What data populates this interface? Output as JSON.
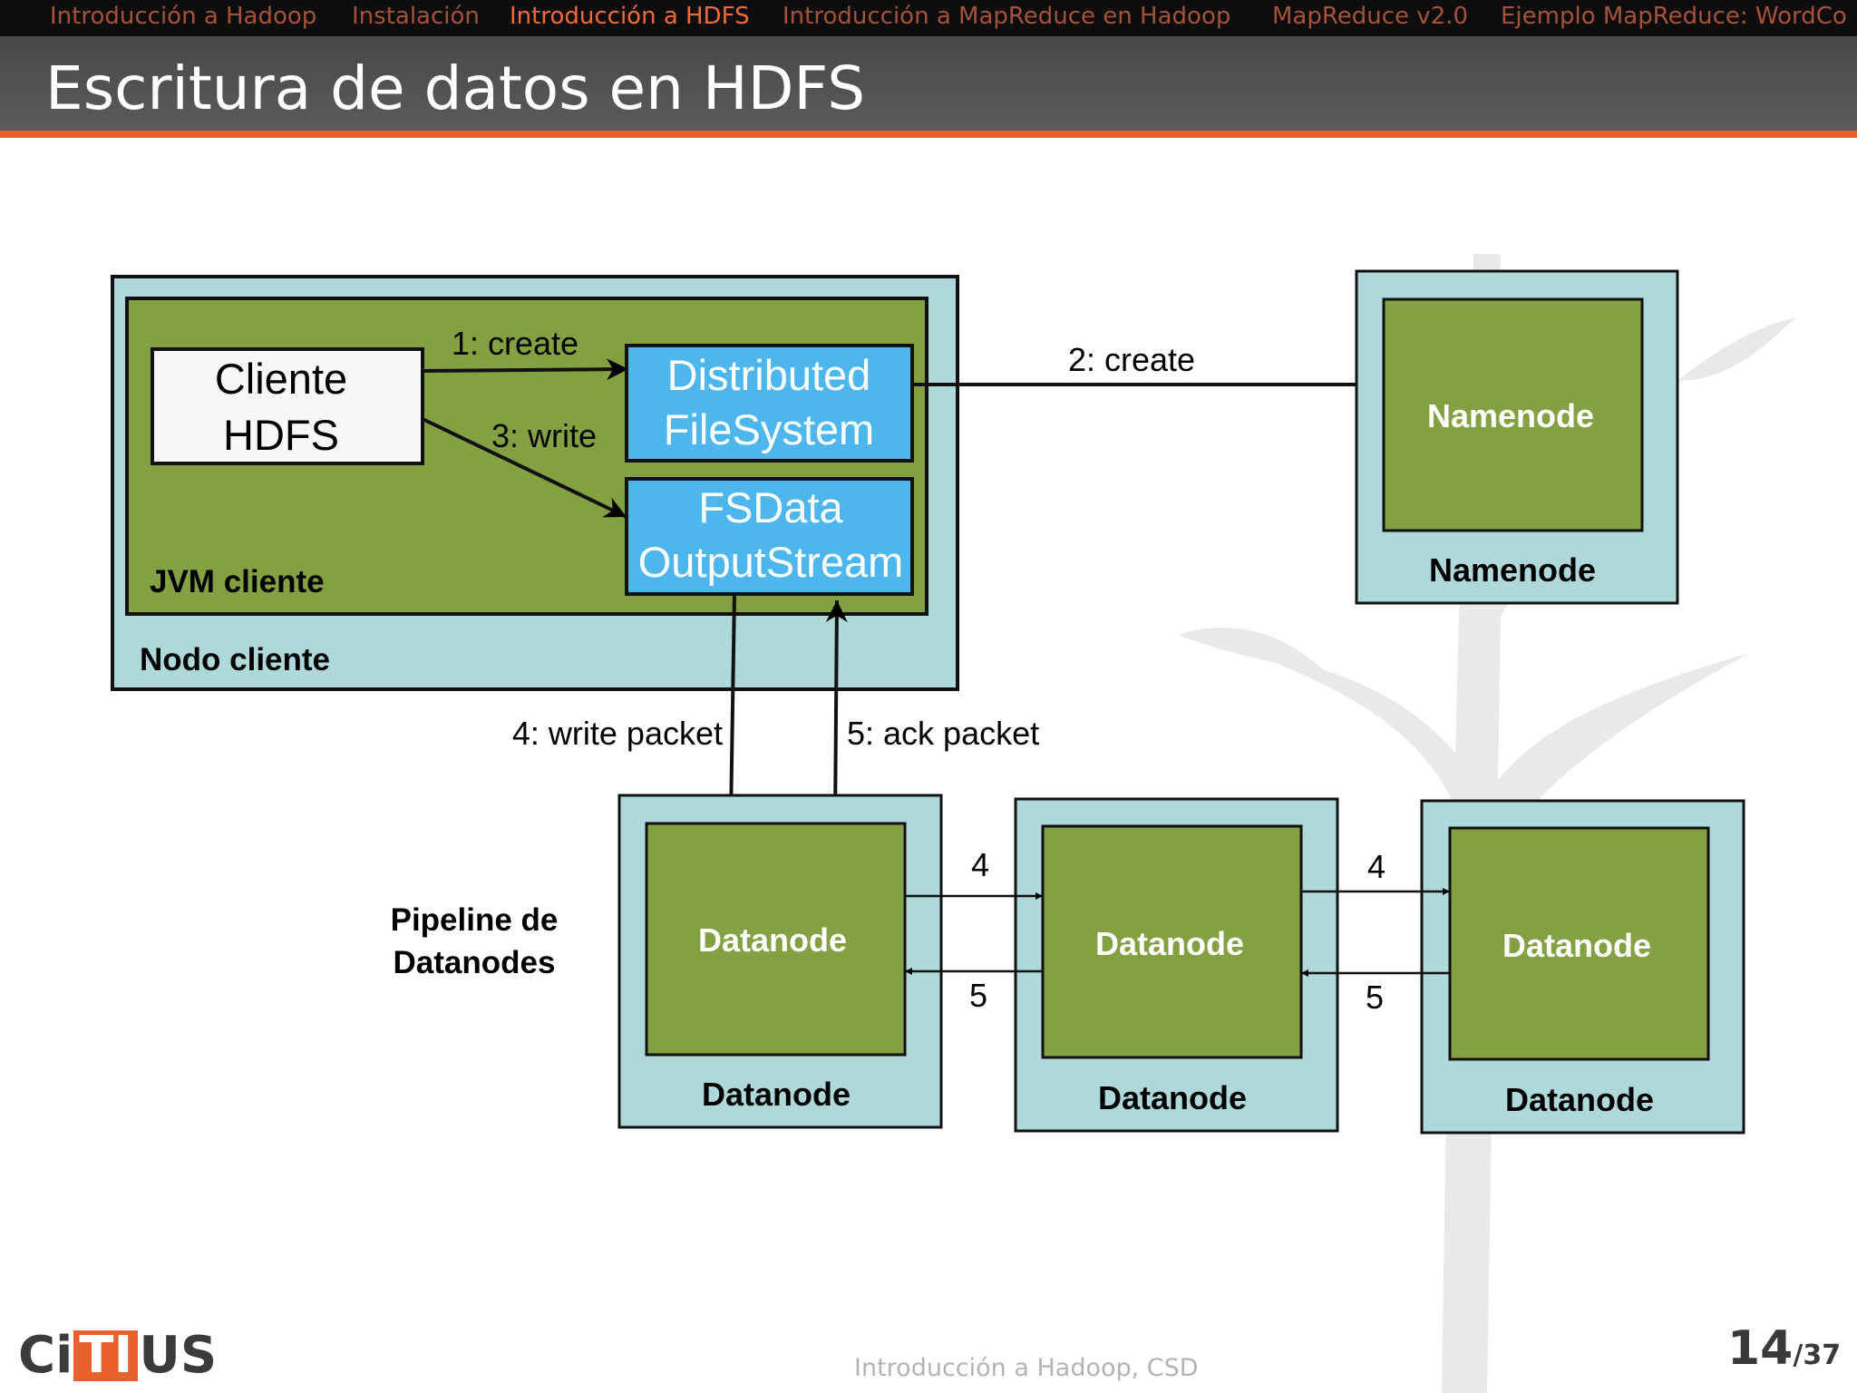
{
  "nav": {
    "items": [
      {
        "label": "Introducción a Hadoop"
      },
      {
        "label": "Instalación"
      },
      {
        "label": "Introducción a HDFS"
      },
      {
        "label": "Introducción a MapReduce en Hadoop"
      },
      {
        "label": "MapReduce v2.0"
      },
      {
        "label": "Ejemplo MapReduce: WordCo"
      }
    ],
    "active_index": 2
  },
  "slide": {
    "title": "Escritura de datos en HDFS"
  },
  "diagram": {
    "client_node_label": "Nodo cliente",
    "jvm_label": "JVM cliente",
    "client_hdfs": [
      "Cliente",
      "HDFS"
    ],
    "distributed_fs": [
      "Distributed",
      "FileSystem"
    ],
    "fsdata": [
      "FSData",
      "OutputStream"
    ],
    "namenode_inner": "Namenode",
    "namenode_outer": "Namenode",
    "datanode_inner": "Datanode",
    "datanode_outer": "Datanode",
    "pipeline_label": [
      "Pipeline de",
      "Datanodes"
    ],
    "edges": {
      "create1": "1: create",
      "create2": "2: create",
      "write3": "3: write",
      "write_packet": "4: write packet",
      "ack_packet": "5: ack packet",
      "fwd4": "4",
      "ack5": "5"
    },
    "colors": {
      "node_teal": "#aed8da",
      "node_green": "#83a042",
      "stream_blue": "#4db6ec",
      "client_white": "#f7f7f7"
    }
  },
  "footer": {
    "center_text": "Introducción a Hadoop, CSD",
    "page": "14",
    "total": "/37",
    "logo": {
      "part1": "Ci",
      "part2": "TI",
      "part3": "US"
    }
  }
}
